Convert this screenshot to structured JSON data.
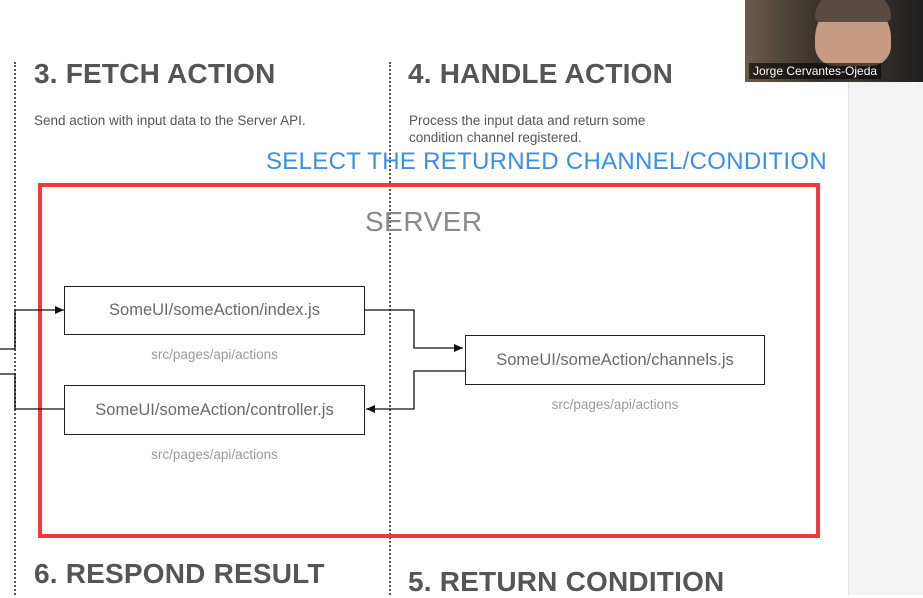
{
  "headings": {
    "fetch": "3. FETCH ACTION",
    "handle": "4. HANDLE ACTION",
    "respond": "6. RESPOND RESULT",
    "return": "5. RETURN CONDITION"
  },
  "descriptions": {
    "fetch": "Send action with input data to the Server API.",
    "handle": "Process the input data and return some condition channel registered."
  },
  "overlay_text": "SELECT THE RETURNED CHANNEL/CONDITION",
  "server": {
    "label": "SERVER",
    "border_color": "#f2373e"
  },
  "nodes": {
    "index": {
      "label": "SomeUI/someAction/index.js",
      "caption": "src/pages/api/actions"
    },
    "controller": {
      "label": "SomeUI/someAction/controller.js",
      "caption": "src/pages/api/actions"
    },
    "channels": {
      "label": "SomeUI/someAction/channels.js",
      "caption": "src/pages/api/actions"
    }
  },
  "webcam": {
    "name": "Jorge Cervantes-Ojeda"
  },
  "colors": {
    "overlay_text": "#3a8ee6",
    "heading": "#555555"
  }
}
